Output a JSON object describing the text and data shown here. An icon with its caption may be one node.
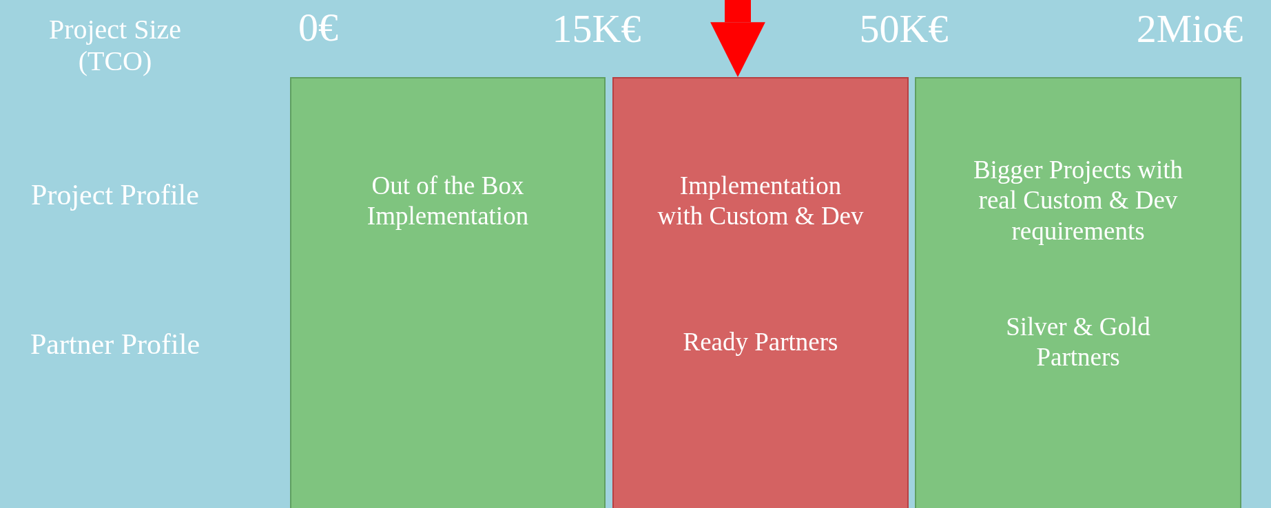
{
  "diagram": {
    "nodes": [
      {
        "text": [
          "Out of the Box Implementation"
        ]
      },
      {
        "text": [
          "Implementation with Custom & Dev",
          "Ready Partners"
        ]
      },
      {
        "text": [
          "Bigger Projects with real Custom & Dev requirements",
          "Silver & Gold Partners"
        ]
      }
    ],
    "edges": [
      {
        "from": null,
        "to": 1,
        "arrow": "to"
      }
    ],
    "labels": [
      "Project Size (TCO)",
      "0€",
      "15K€",
      "50K€",
      "2Mio€",
      "Project Profile",
      "Partner Profile"
    ]
  }
}
